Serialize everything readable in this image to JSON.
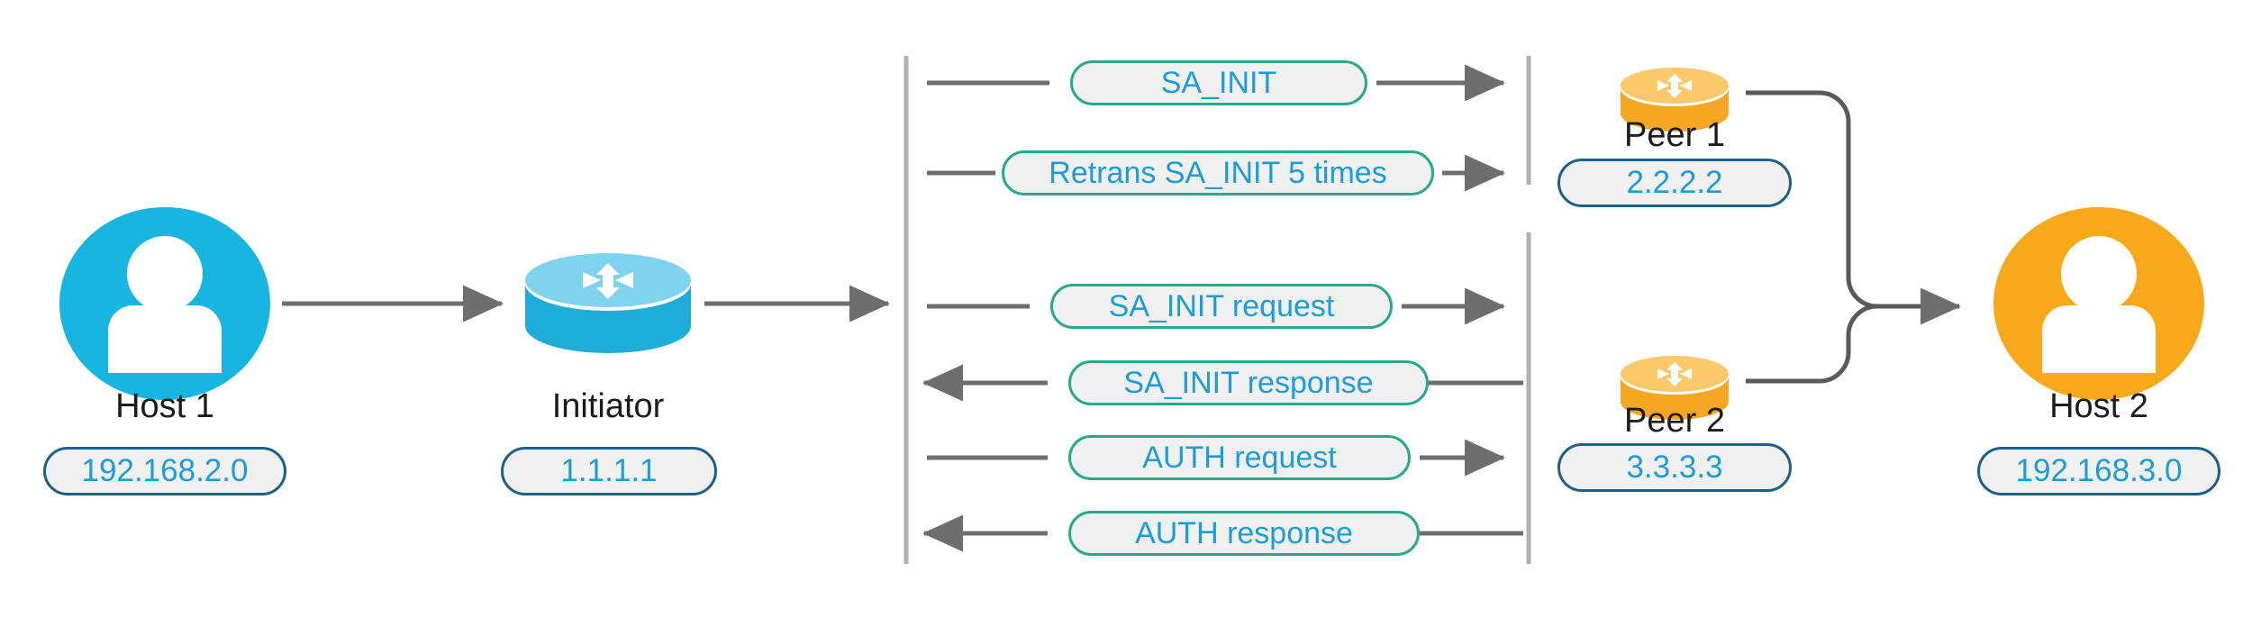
{
  "diagram": {
    "title": "IKEv2 SA_INIT and AUTH negotiation between initiator and two peers",
    "colors": {
      "host1_fill": "#18b5e0",
      "host2_fill": "#f7a81b",
      "router_initiator_fill": "#1eadd8",
      "router_initiator_top": "#7fd3ee",
      "router_peer_fill": "#f5a623",
      "router_peer_top": "#fbc96a",
      "line_gray": "#6e6e6e",
      "divider_gray": "#b0b0b0",
      "pill_border_teal": "#2aa88a",
      "pill_text_blue": "#1e9cd7",
      "badge_border_blue": "#1f5f84",
      "badge_fill": "#f0f0f0",
      "label_text": "#1c1c1c"
    }
  },
  "nodes": {
    "host1": {
      "label": "Host 1",
      "address": "192.168.2.0",
      "icon": "user-avatar-icon"
    },
    "initiator": {
      "label": "Initiator",
      "address": "1.1.1.1",
      "icon": "router-icon"
    },
    "peer1": {
      "label": "Peer 1",
      "address": "2.2.2.2",
      "icon": "router-icon"
    },
    "peer2": {
      "label": "Peer 2",
      "address": "3.3.3.3",
      "icon": "router-icon"
    },
    "host2": {
      "label": "Host 2",
      "address": "192.168.3.0",
      "icon": "user-avatar-icon"
    }
  },
  "messages": {
    "peer1_group": [
      {
        "label": "SA_INIT",
        "direction": "right"
      },
      {
        "label": "Retrans SA_INIT 5 times",
        "direction": "right"
      }
    ],
    "peer2_group": [
      {
        "label": "SA_INIT request",
        "direction": "right"
      },
      {
        "label": "SA_INIT response",
        "direction": "left"
      },
      {
        "label": "AUTH request",
        "direction": "right"
      },
      {
        "label": "AUTH response",
        "direction": "left"
      }
    ]
  }
}
